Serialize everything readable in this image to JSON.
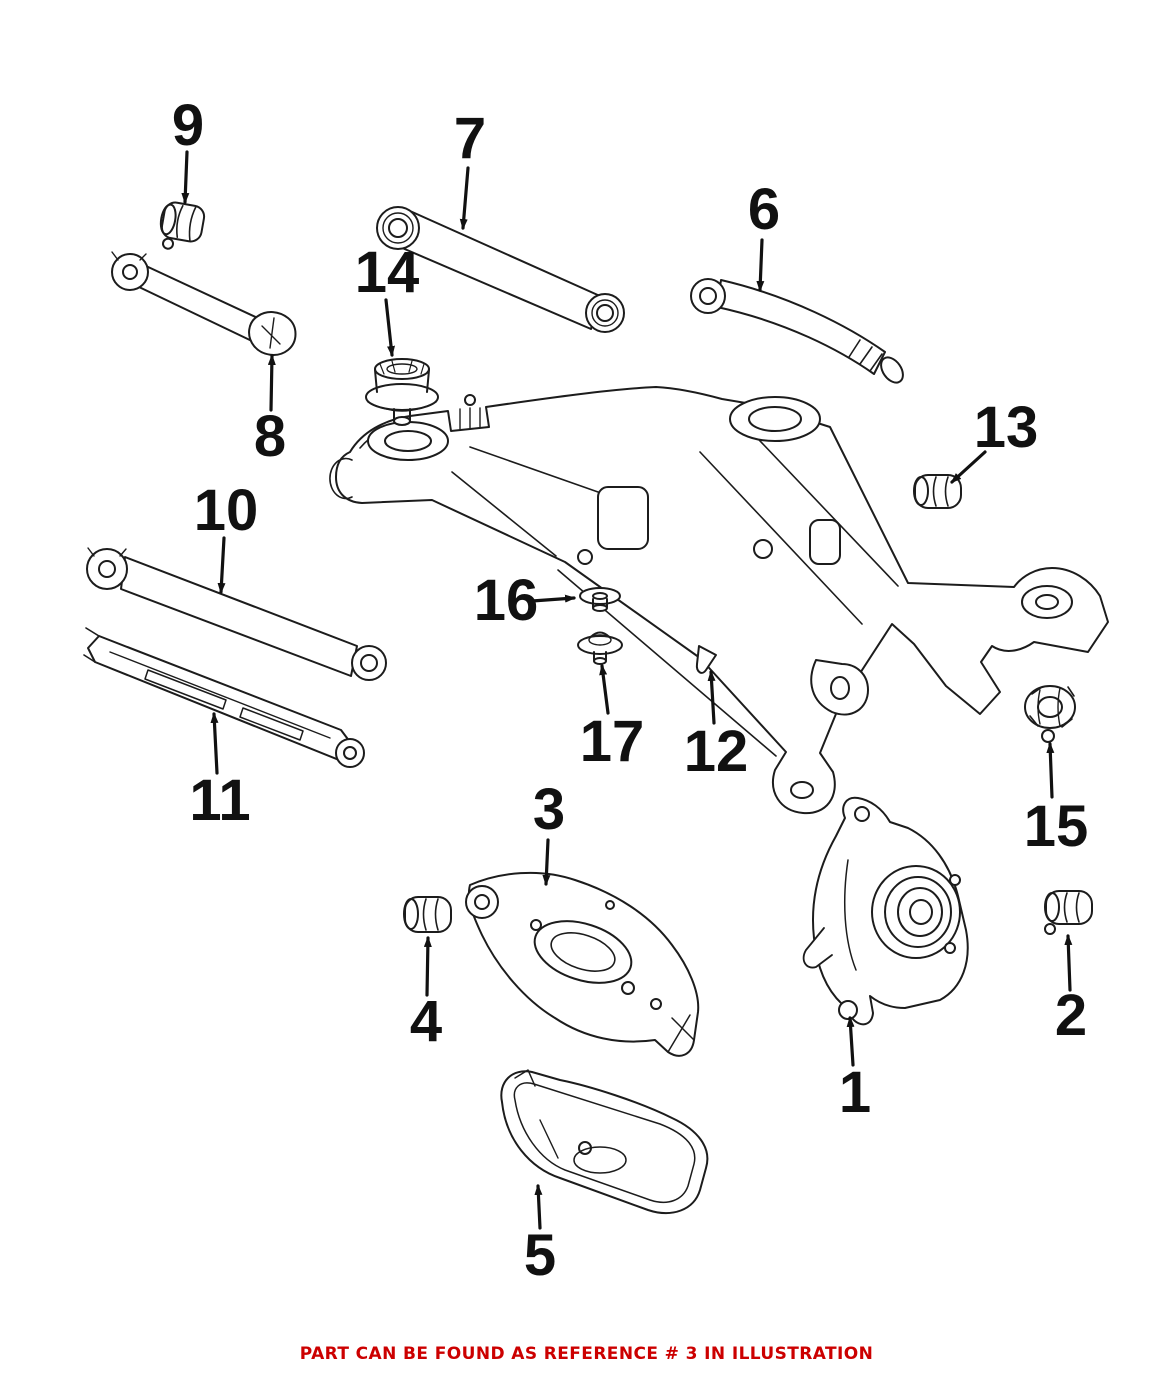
{
  "diagram": {
    "callouts": [
      {
        "num": "1"
      },
      {
        "num": "2"
      },
      {
        "num": "3"
      },
      {
        "num": "4"
      },
      {
        "num": "5"
      },
      {
        "num": "6"
      },
      {
        "num": "7"
      },
      {
        "num": "8"
      },
      {
        "num": "9"
      },
      {
        "num": "10"
      },
      {
        "num": "11"
      },
      {
        "num": "12"
      },
      {
        "num": "13"
      },
      {
        "num": "14"
      },
      {
        "num": "15"
      },
      {
        "num": "16"
      },
      {
        "num": "17"
      }
    ],
    "note": {
      "text": "PART CAN BE FOUND AS REFERENCE # 3 IN ILLUSTRATION",
      "color": "#cc0000"
    },
    "colors": {
      "line": "#1c1c1c",
      "background": "#ffffff"
    }
  }
}
